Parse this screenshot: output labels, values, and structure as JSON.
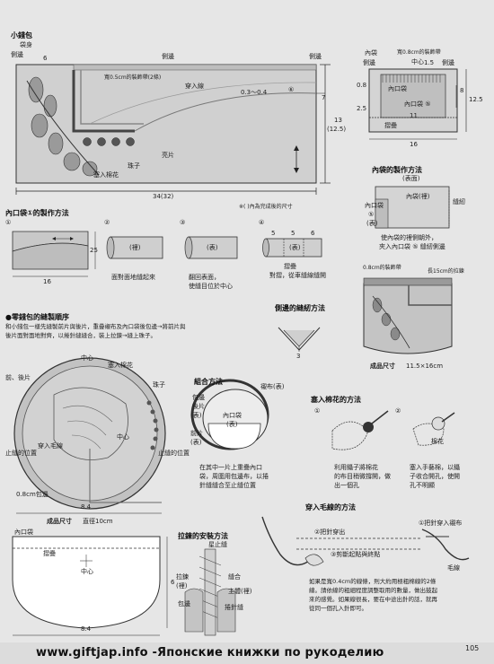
{
  "headings": {
    "purse": "小錢包",
    "inner_pocket_method": "內口袋",
    "inner_pocket_method_num": "①",
    "inner_pocket_method_suffix": "的製作方法",
    "order": "●零錢包的縫製順序",
    "side_sew": "側邊的縫紉方法",
    "assembly": "組合方法",
    "insert_cotton": "塞入棉花的方法",
    "inner_bag_method": "內袋的製作方法",
    "zipper_install": "拉鍊的安裝方法",
    "thread_line": "穿入毛線的方法"
  },
  "purse_labels": {
    "body": "袋身",
    "side_l": "側邊",
    "six": "6",
    "side_top": "側邊",
    "side_r": "側邊",
    "band": "寬0.5cm的裝飾帶(2條)",
    "yarn": "穿入線",
    "range": "0.3～0.4",
    "circle6": "⑥",
    "seven": "7",
    "thirteen": "13",
    "thirteen_paren": "(12.5)",
    "sequin": "亮片",
    "bead": "珠子",
    "cotton": "塞入棉花",
    "width": "34(32)",
    "note": "※( )內為完成後的尺寸"
  },
  "inner_bag_diagram": {
    "bag": "內袋",
    "band": "寬0.8cm的裝飾帶",
    "center": "中心",
    "side_l": "側邊",
    "side_r": "側邊",
    "d15": "1.5",
    "d08": "0.8",
    "d25": "2.5",
    "d11": "11",
    "d8": "8",
    "d125": "12.5",
    "d16": "16",
    "pocket": "內口袋 ⑤",
    "fold": "摺疊"
  },
  "inner_bag_method": {
    "paren_start": "(",
    "fabric": "表面",
    "paren_end": ")",
    "bag_back": "內袋(裡)",
    "stitch": "縫紉",
    "pocket_front": "內口袋",
    "pocket_num": "⑤",
    "pocket_paren": "(表)",
    "desc1": "使內袋的裡側朝外，",
    "desc2": "夾入內口袋 ⑤ 縫紉側邊",
    "band08": "0.8cm的裝飾帶",
    "zip": "長15cm的拉鍊",
    "finished": "成品尺寸",
    "finished_size": "11.5×16cm"
  },
  "inner_pocket_steps": {
    "s1": "①",
    "s2": "②",
    "s3": "③",
    "s4": "④",
    "d25": "25",
    "d16": "16",
    "s2_back": "(裡)",
    "s2_note": "面對面地縫起來",
    "s3_front": "(表)",
    "s3_note1": "翻回表面，",
    "s3_note2": "使縫目位於中心",
    "s4_front": "(表)",
    "d5a": "5",
    "d5b": "5",
    "d6": "6",
    "s4_fold": "摺疊",
    "s4_note": "對摺，從車縫線縫開"
  },
  "order_text": {
    "line1": "和小錢包一樣先縫製前片與後片，重疊襯布及內口袋後包邊→將前片與",
    "line2": "後片面對面地對齊，以捲針縫縫合，裝上拉鍊→縫上珠子。"
  },
  "side_sew": {
    "d3": "3"
  },
  "round_purse": {
    "center": "中心",
    "cotton": "塞入棉花",
    "front_back": "前、後片",
    "bead": "珠子",
    "yarn": "穿入毛線",
    "hand": "中心",
    "zip_end_l": "止縫的位置",
    "zip_end_r": "止縫的位置",
    "band08": "0.8cm包邊",
    "d84": "8.4",
    "finished": "成品尺寸",
    "diameter": "直徑10cm"
  },
  "assembly": {
    "lining": "包邊",
    "back": "後片",
    "back_paren": "(表)",
    "pocket": "內口袋",
    "pocket_paren": "(表)",
    "front": "前片",
    "front_paren": "(表)",
    "lining_inner": "襯布(表)",
    "desc1": "在其中一片上重疊內口",
    "desc2": "袋，周圍用包邊布，以捲",
    "desc3": "針縫縫合至止縫位置"
  },
  "insert_cotton": {
    "n1": "①",
    "n2": "②",
    "cotton": "棉花",
    "desc1a": "利用鑷子將棉花",
    "desc1b": "的布目稍微撐開，做",
    "desc1c": "出一個孔",
    "desc2a": "塞入手藝棉，以鑷",
    "desc2b": "子收合開孔，使開",
    "desc2c": "孔不明顯"
  },
  "inner_pocket_small": {
    "title": "內口袋",
    "fold": "摺疊",
    "center": "中心",
    "d6": "6",
    "d84": "8.4"
  },
  "zipper": {
    "stop": "星止縫",
    "zip": "拉鍊",
    "back": "(裡)",
    "sew": "縫合",
    "body_back": "主體(裡)",
    "lining": "包邊",
    "slipstitch": "捲針縫"
  },
  "thread": {
    "step1": "①把針穿入襯布",
    "step2": "②把針穿出",
    "step3": "③剪斷起點與終點",
    "yarn": "毛線",
    "desc1": "如果是寬0.4cm的線條，則大約用極粗棉線的2條",
    "desc2": "線。請依線的粗細程度調整取用的數量，做出鼓起",
    "desc3": "來的感覺。如果線很長，要在中途出針的話，就再",
    "desc4": "從同一個孔入針即可。"
  },
  "footer": {
    "text": "www.giftjap.info -Японские книжки по рукоделию",
    "page": "105"
  }
}
